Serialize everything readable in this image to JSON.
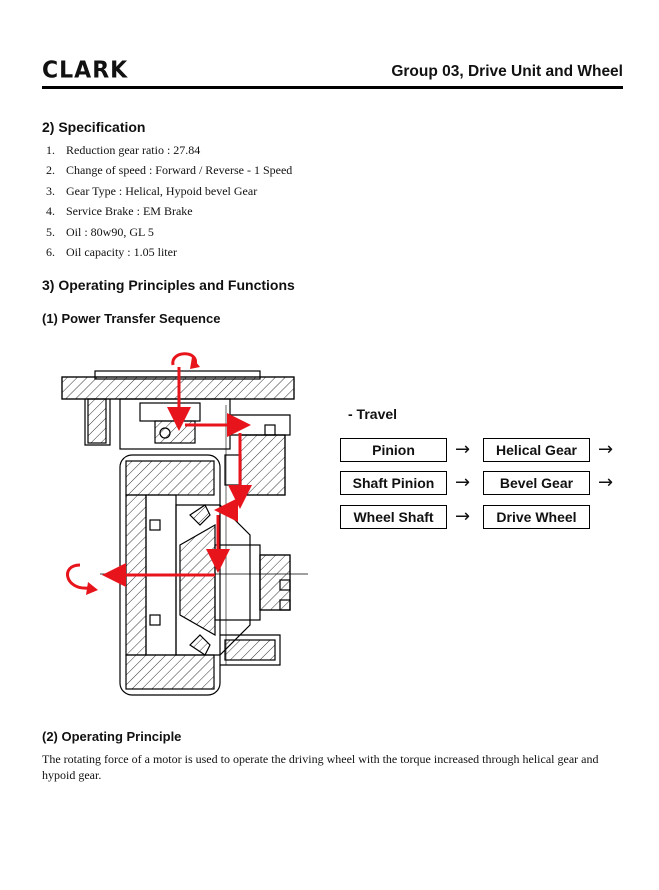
{
  "header": {
    "logo_text": "CLARK",
    "group_title": "Group 03, Drive Unit and Wheel"
  },
  "specification": {
    "title": "2) Specification",
    "items": [
      {
        "num": "1.",
        "text": "Reduction gear ratio : 27.84"
      },
      {
        "num": "2.",
        "text": "Change of speed : Forward / Reverse - 1 Speed"
      },
      {
        "num": "3.",
        "text": "Gear Type : Helical, Hypoid bevel Gear"
      },
      {
        "num": "4.",
        "text": "Service Brake : EM Brake"
      },
      {
        "num": "5.",
        "text": "Oil : 80w90, GL 5"
      },
      {
        "num": "6.",
        "text": "Oil capacity : 1.05 liter"
      }
    ]
  },
  "operating": {
    "title": "3) Operating Principles and Functions",
    "power_transfer": {
      "title": "(1) Power Transfer Sequence",
      "travel_label": "- Travel",
      "flow": [
        [
          "Pinion",
          "Helical Gear"
        ],
        [
          "Shaft Pinion",
          "Bevel Gear"
        ],
        [
          "Wheel Shaft",
          "Drive Wheel"
        ]
      ],
      "arrow_glyph": "→",
      "colors": {
        "flow_arrow": "#e8141b",
        "drawing_line": "#000000"
      }
    },
    "principle": {
      "title": "(2) Operating Principle",
      "text": "The rotating force of a motor is used to operate the driving wheel with the torque increased through helical gear and hypoid gear."
    }
  }
}
